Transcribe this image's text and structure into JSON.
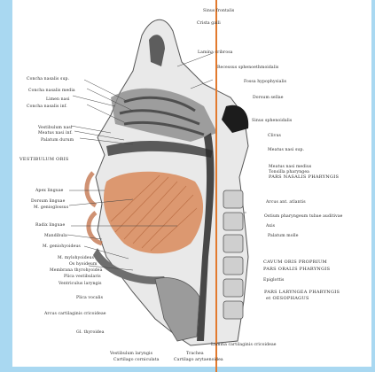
{
  "labels_left": [
    "Concha nasalis sup.",
    "Concha nasalis media",
    "Limen nasi",
    "Concha nasalis inf.",
    "Vestibulum nasi",
    "Meatus nasi inf.",
    "Palatum durum",
    "VESTIBULUM ORIS",
    "Apex linguae",
    "Dorsum linguae",
    "M. genioglossus",
    "Radix linguae",
    "Mandibula",
    "M. geniohyoideus",
    "M. mylohyoideus",
    "Os hyoideum",
    "Membrana thyrohyoidea",
    "Plica vestibularis",
    "Ventriculus laryngis",
    "Plica vocalis",
    "Arcus cartilaginis cricoideae",
    "Gl. thyroidea"
  ],
  "labels_right": [
    "Sinus frontalis",
    "Crista galli",
    "Lamina cribrosa",
    "Recessus sphenoethmoidalis",
    "Fossa hypophysialis",
    "Dorsum sellae",
    "Sinus sphenoidalis",
    "Clivus",
    "Meatus nasi sup.",
    "Meatus nasi medius",
    "Tonsilla pharyngea",
    "PARS NASALIS PHARYNGIS",
    "Arcus ant. atlantis",
    "Ostium pharyngeum tubae auditivae",
    "Axis",
    "Palatum molle",
    "CAVUM ORIS PROPRIUM",
    "PARS ORALIS PHARYNGIS",
    "Epiglottis",
    "PARS LARYNGEA PHARYNGIS",
    "et OESOPHAGUS"
  ],
  "labels_bottom": [
    "Lamina cartilaginis cricoideae",
    "Trachea",
    "Vestibulum laryngis",
    "Cartilago corniculata",
    "Cartilago arytaenoidea"
  ],
  "colors": {
    "background": "#a9d8f1",
    "guide_line": "#e27a2e",
    "muscle": "#d9895a"
  }
}
